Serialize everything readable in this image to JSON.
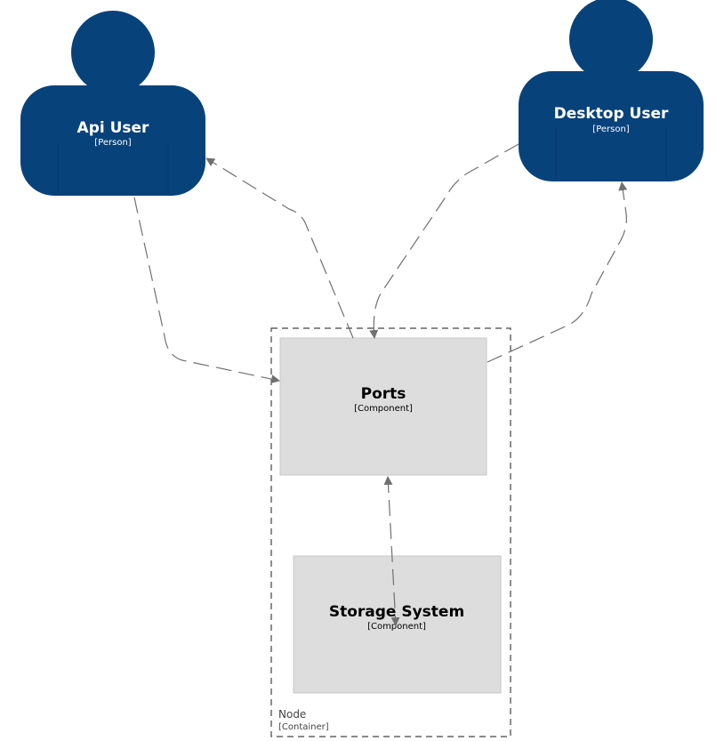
{
  "colors": {
    "person_fill": "#08427b",
    "person_text": "#ffffff",
    "component_fill": "#dddddd",
    "component_border": "#c8c8c8",
    "boundary_stroke": "#444444",
    "relationship": "#707070"
  },
  "persons": {
    "api_user": {
      "name": "Api User",
      "type": "[Person]"
    },
    "desktop_user": {
      "name": "Desktop User",
      "type": "[Person]"
    }
  },
  "components": {
    "ports": {
      "name": "Ports",
      "type": "[Component]"
    },
    "storage_system": {
      "name": "Storage System",
      "type": "[Component]"
    }
  },
  "boundary": {
    "name": "Node",
    "type": "[Container]"
  },
  "relationships": [
    {
      "from": "Api User",
      "to": "Ports",
      "label": ""
    },
    {
      "from": "Ports",
      "to": "Api User",
      "label": ""
    },
    {
      "from": "Desktop User",
      "to": "Ports",
      "label": ""
    },
    {
      "from": "Ports",
      "to": "Desktop User",
      "label": ""
    },
    {
      "from": "Ports",
      "to": "Storage System",
      "label": ""
    },
    {
      "from": "Storage System",
      "to": "Ports",
      "label": ""
    }
  ]
}
